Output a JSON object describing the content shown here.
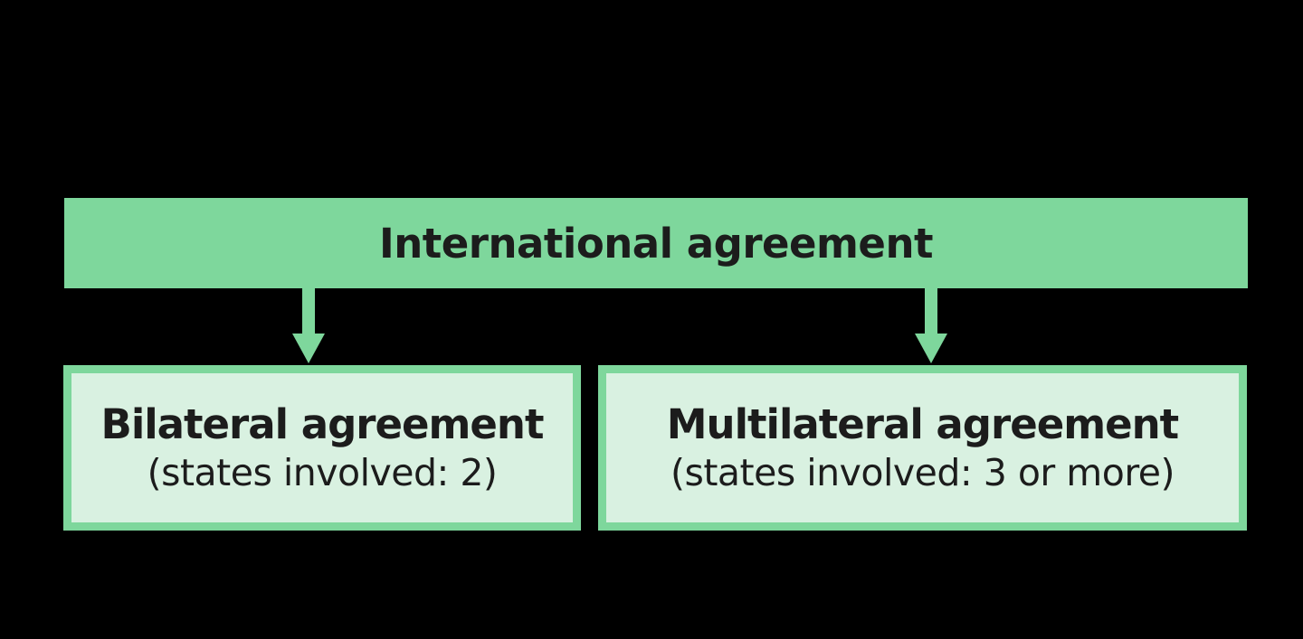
{
  "diagram": {
    "root": {
      "label": "International agreement"
    },
    "children": [
      {
        "title": "Bilateral agreement",
        "subtitle": "(states involved: 2)"
      },
      {
        "title": "Multilateral agreement",
        "subtitle": "(states involved: 3 or more)"
      }
    ],
    "colors": {
      "accent_green": "#7ed79c",
      "light_green_fill": "#d9f1e1",
      "text_dark": "#1c1c1c",
      "background": "#000000"
    }
  }
}
